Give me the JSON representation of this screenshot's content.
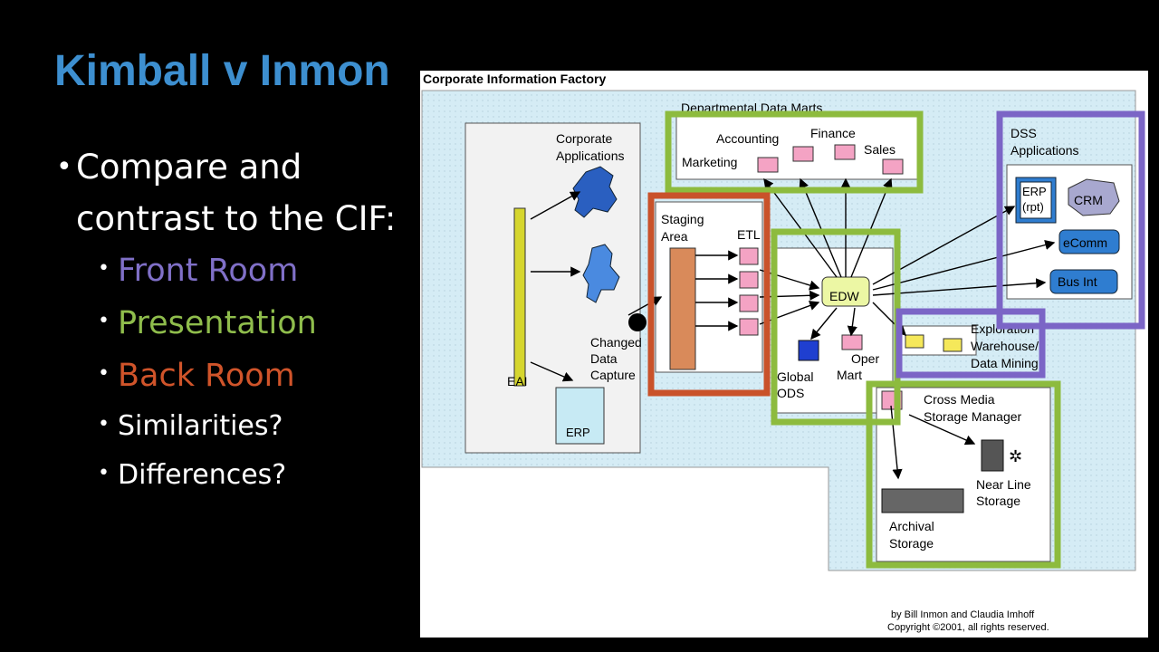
{
  "slide": {
    "title": "Kimball v Inmon",
    "bullet_main": "Compare and contrast to the CIF:",
    "sub_bullets": [
      {
        "text": "Front  Room",
        "color": "#8070c8"
      },
      {
        "text": "Presentation",
        "color": "#8fbd4c"
      },
      {
        "text": "Back Room",
        "color": "#d0542a"
      },
      {
        "text": "Similarities?",
        "color": "#ffffff"
      },
      {
        "text": "Differences?",
        "color": "#ffffff"
      }
    ]
  },
  "diagram": {
    "title": "Corporate Information Factory",
    "departmental_data_marts": "Departmental Data Marts",
    "accounting": "Accounting",
    "finance": "Finance",
    "marketing": "Marketing",
    "sales": "Sales",
    "corporate": "Corporate",
    "applications": "Applications",
    "eai": "EAI",
    "erp": "ERP",
    "changed": "Changed",
    "data": "Data",
    "capture": "Capture",
    "staging": "Staging",
    "area": "Area",
    "etl": "ETL",
    "edw": "EDW",
    "global": "Global",
    "ods": "ODS",
    "oper": "Oper",
    "mart": "Mart",
    "dss": "DSS",
    "dss_applications": "Applications",
    "erp_rpt": "ERP",
    "rpt": "(rpt)",
    "crm": "CRM",
    "ecomm": "eComm",
    "busint": "Bus Int",
    "exploration": "Exploration",
    "warehouse": "Warehouse/",
    "datamining": "Data Mining",
    "cross_media": "Cross Media",
    "storage_manager": "Storage Manager",
    "near_line": "Near Line",
    "near_storage": "Storage",
    "archival": "Archival",
    "archival_storage": "Storage",
    "credit1": "by Bill Inmon and Claudia Imhoff",
    "credit2": "Copyright ©2001, all rights reserved.",
    "colors": {
      "front_room": "#7b65c6",
      "presentation": "#8dbb3e",
      "back_room": "#c9522a",
      "background": "#d5ecf5"
    }
  }
}
